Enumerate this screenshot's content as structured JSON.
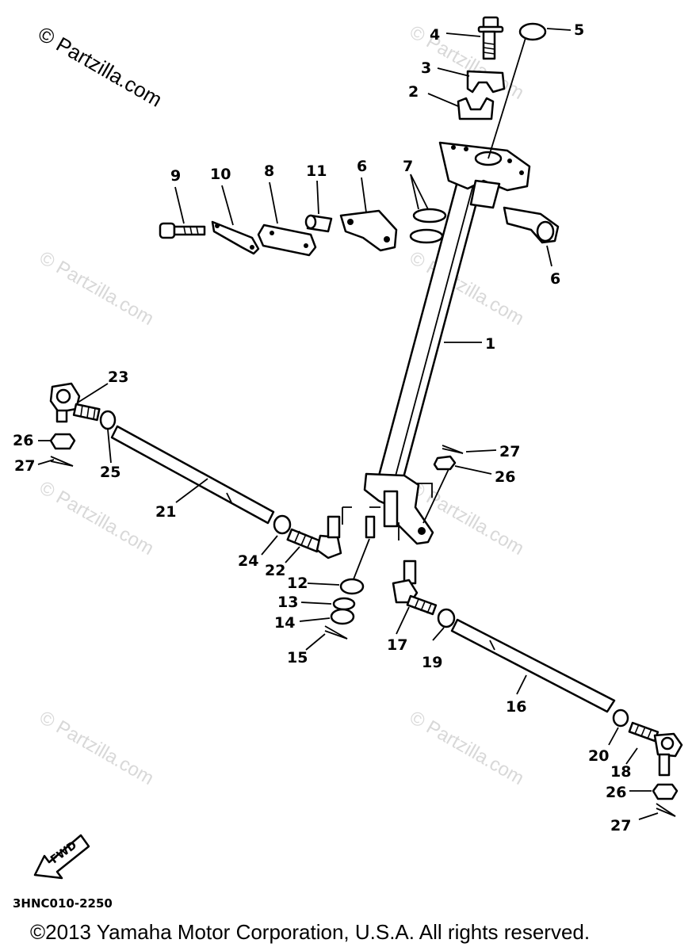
{
  "watermark_main": "© Partzilla.com",
  "watermark_repeat": "© Partzilla.com",
  "diagram_code": "3HNC010-2250",
  "copyright": "©2013  Yamaha Motor Corporation, U.S.A. All rights reserved.",
  "fwd_label": "FWD",
  "callouts": {
    "c1": "1",
    "c2": "2",
    "c3": "3",
    "c4": "4",
    "c5": "5",
    "c6a": "6",
    "c6b": "6",
    "c7": "7",
    "c8": "8",
    "c9": "9",
    "c10": "10",
    "c11": "11",
    "c12": "12",
    "c13": "13",
    "c14": "14",
    "c15": "15",
    "c16": "16",
    "c17": "17",
    "c18": "18",
    "c19": "19",
    "c20": "20",
    "c21": "21",
    "c22": "22",
    "c23": "23",
    "c24": "24",
    "c25": "25",
    "c26a": "26",
    "c26b": "26",
    "c26c": "26",
    "c27a": "27",
    "c27b": "27",
    "c27c": "27"
  }
}
